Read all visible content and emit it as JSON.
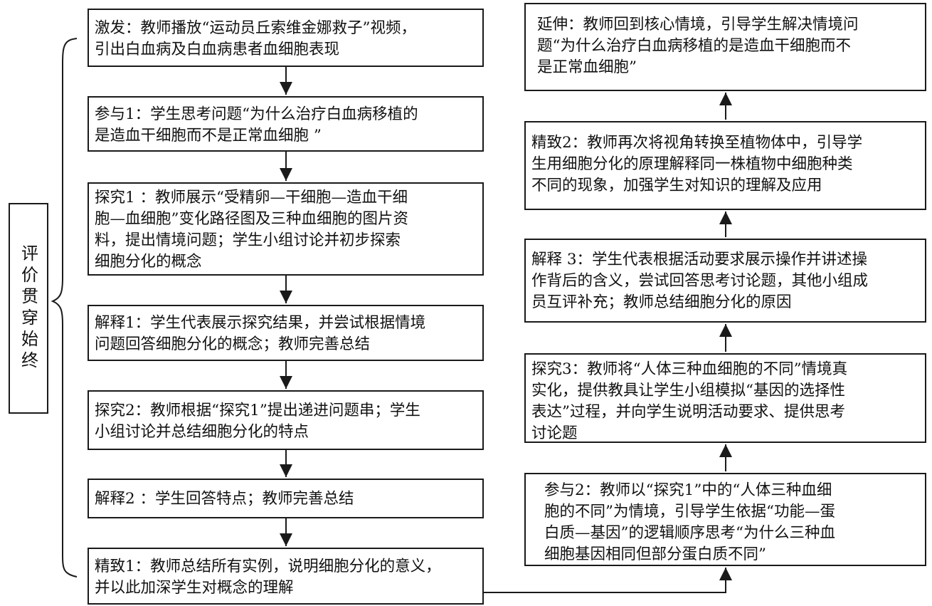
{
  "side_label": "评价贯穿始终",
  "left_steps": [
    {
      "text": "激发：教师播放“运动员丘索维金娜救子”视频，\n引出白血病及白血病患者血细胞表现"
    },
    {
      "text": "参与1：学生思考问题“为什么治疗白血病移植的\n是造血干细胞而不是正常血细胞 ”"
    },
    {
      "text": "探究1 ：教师展示“受精卵—干细胞—造血干细\n胞—血细胞”变化路径图及三种血细胞的图片资\n料，提出情境问题；学生小组讨论并初步探索\n细胞分化的概念"
    },
    {
      "text": "解释1：学生代表展示探究结果，并尝试根据情境\n问题回答细胞分化的概念；教师完善总结"
    },
    {
      "text": "探究2：教师根据“探究1”提出递进问题串；学生\n小组讨论并总结细胞分化的特点"
    },
    {
      "text": "解释2 ：学生回答特点；教师完善总结"
    },
    {
      "text": "精致1：教师总结所有实例，说明细胞分化的意义，\n并以此加深学生对概念的理解"
    }
  ],
  "right_steps": [
    {
      "text": "延伸：教师回到核心情境，引导学生解决情境问\n题“为什么治疗白血病移植的是造血干细胞而不\n是正常血细胞”"
    },
    {
      "text": "精致2：教师再次将视角转换至植物体中，引导学\n生用细胞分化的原理解释同一株植物中细胞种类\n不同的现象，加强学生对知识的理解及应用"
    },
    {
      "text": "解释 3：学生代表根据活动要求展示操作并讲述操\n作背后的含义，尝试回答思考讨论题，其他小组成\n员互评补充；教师总结细胞分化的原因"
    },
    {
      "text": "探究3：教师将“人体三种血细胞的不同”情境真\n实化，提供教具让学生小组模拟“基因的选择性\n表达”过程，并向学生说明活动要求、提供思考\n讨论题"
    },
    {
      "text": "参与2：教师以“探究1”中的“人体三种血细\n胞的不同”为情境，引导学生依据“功能—蛋\n白质—基因”的逻辑顺序思考“为什么三种血\n细胞基因相同但部分蛋白质不同”"
    }
  ]
}
